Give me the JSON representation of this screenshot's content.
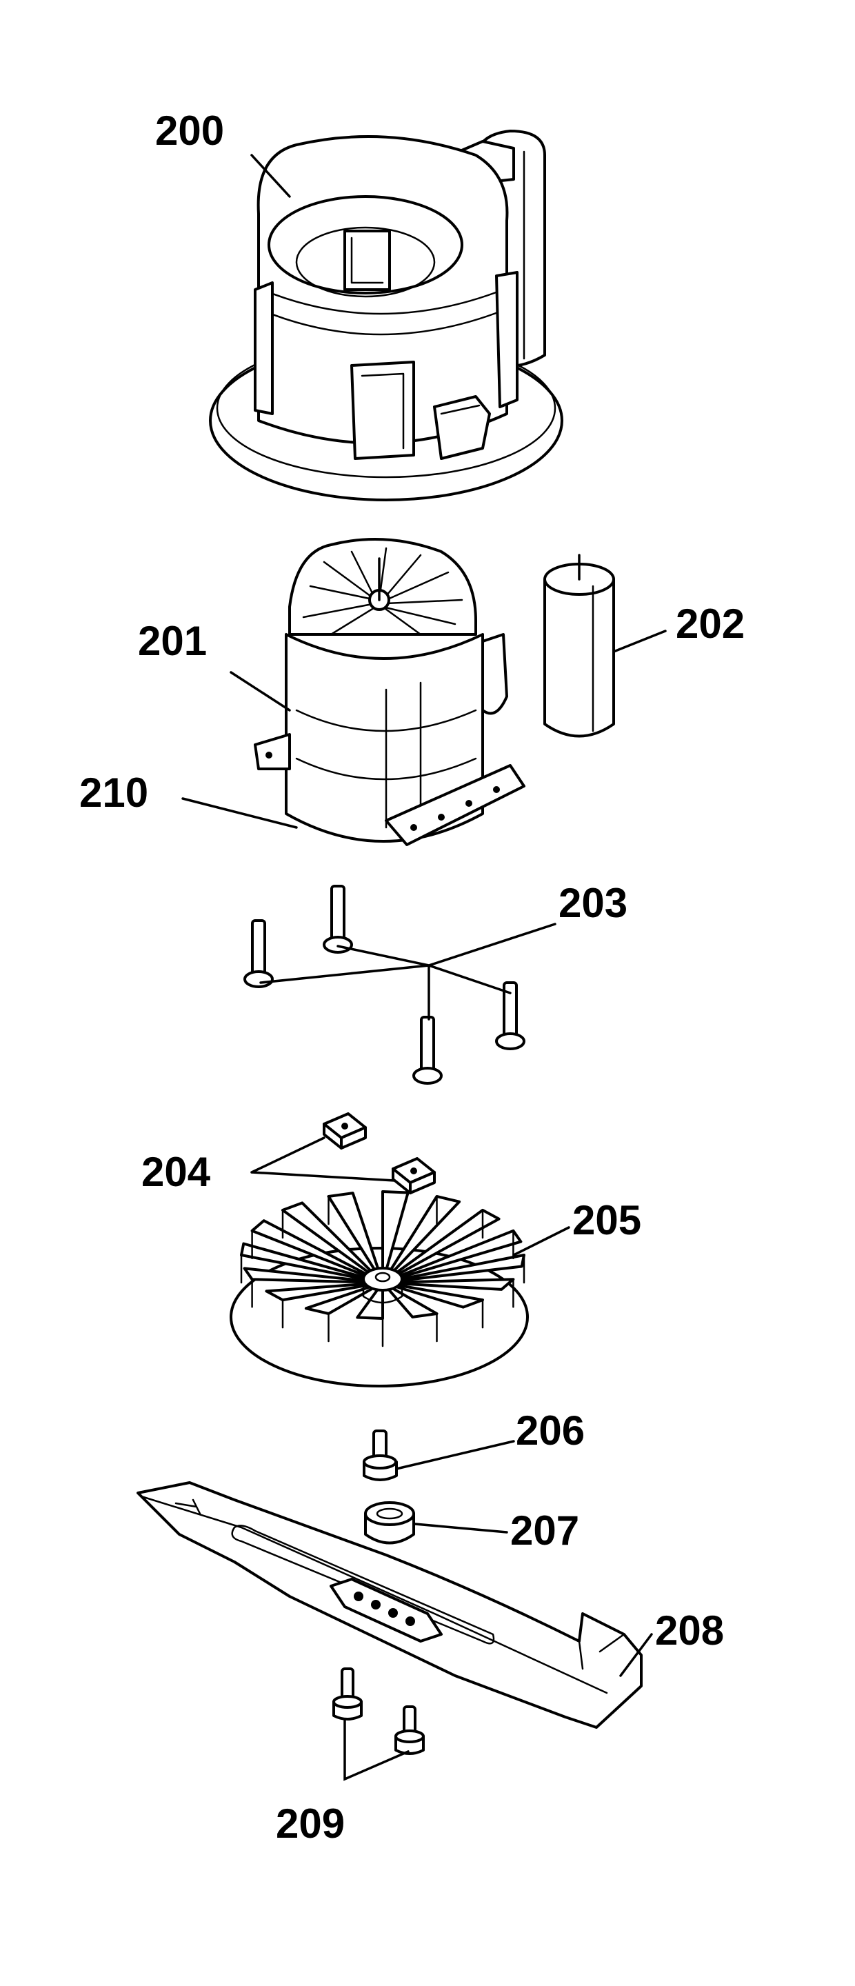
{
  "diagram": {
    "parts": [
      {
        "id": "200",
        "label": "200"
      },
      {
        "id": "201",
        "label": "201"
      },
      {
        "id": "202",
        "label": "202"
      },
      {
        "id": "203",
        "label": "203"
      },
      {
        "id": "204",
        "label": "204"
      },
      {
        "id": "205",
        "label": "205"
      },
      {
        "id": "206",
        "label": "206"
      },
      {
        "id": "207",
        "label": "207"
      },
      {
        "id": "208",
        "label": "208"
      },
      {
        "id": "209",
        "label": "209"
      },
      {
        "id": "210",
        "label": "210"
      }
    ]
  }
}
